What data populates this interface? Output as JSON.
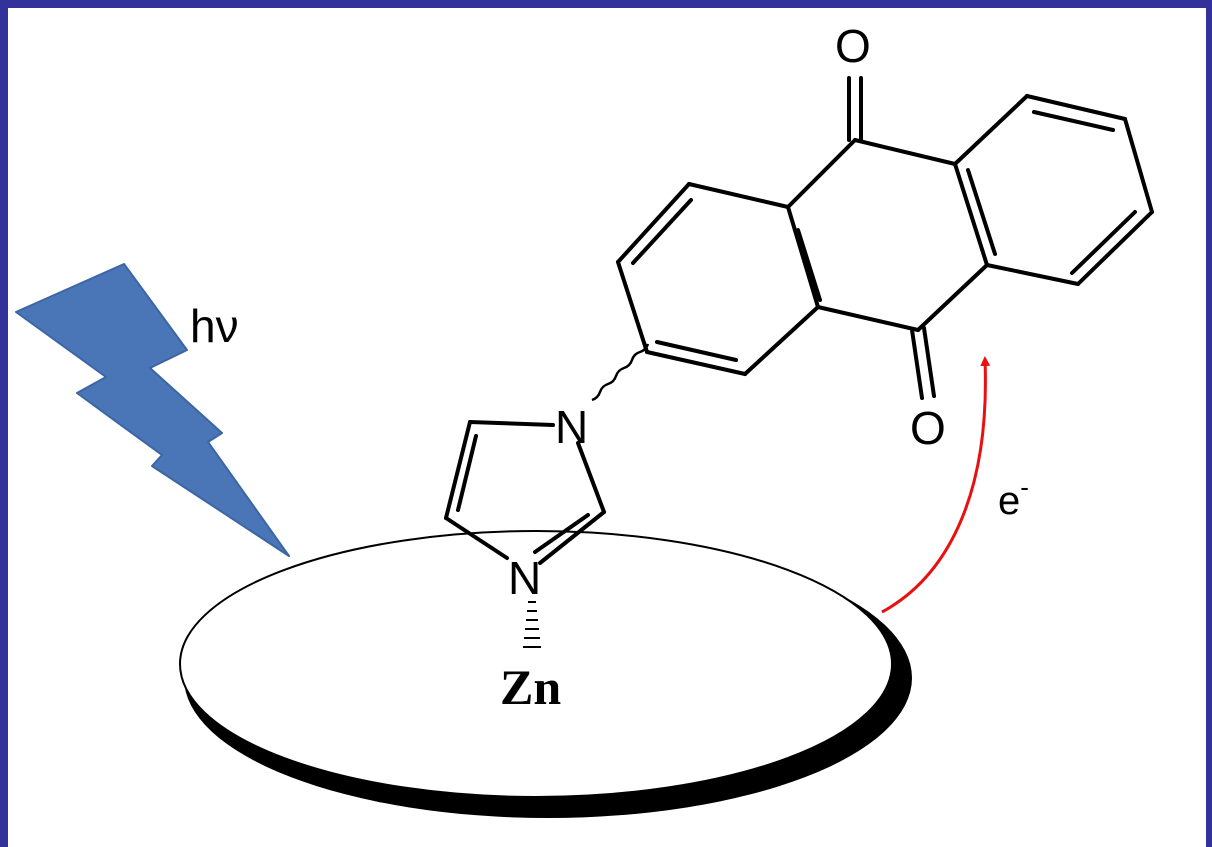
{
  "labels": {
    "light": "hν",
    "electron": "e",
    "electron_charge": "-",
    "zinc": "Zn",
    "nitrogen_top": "N",
    "nitrogen_bottom": "N",
    "oxygen_top": "O",
    "oxygen_bottom": "O"
  },
  "colors": {
    "border": "#33329a",
    "panel": "#ffffff",
    "lightning": "#4a76b8",
    "lightning_stroke": "#3c65a3",
    "arrow": "#e81010",
    "bonds": "#000000",
    "disc_shadow": "#000000"
  },
  "icons": {
    "light": "lightning-bolt-icon",
    "transfer": "curved-arrow-icon"
  }
}
